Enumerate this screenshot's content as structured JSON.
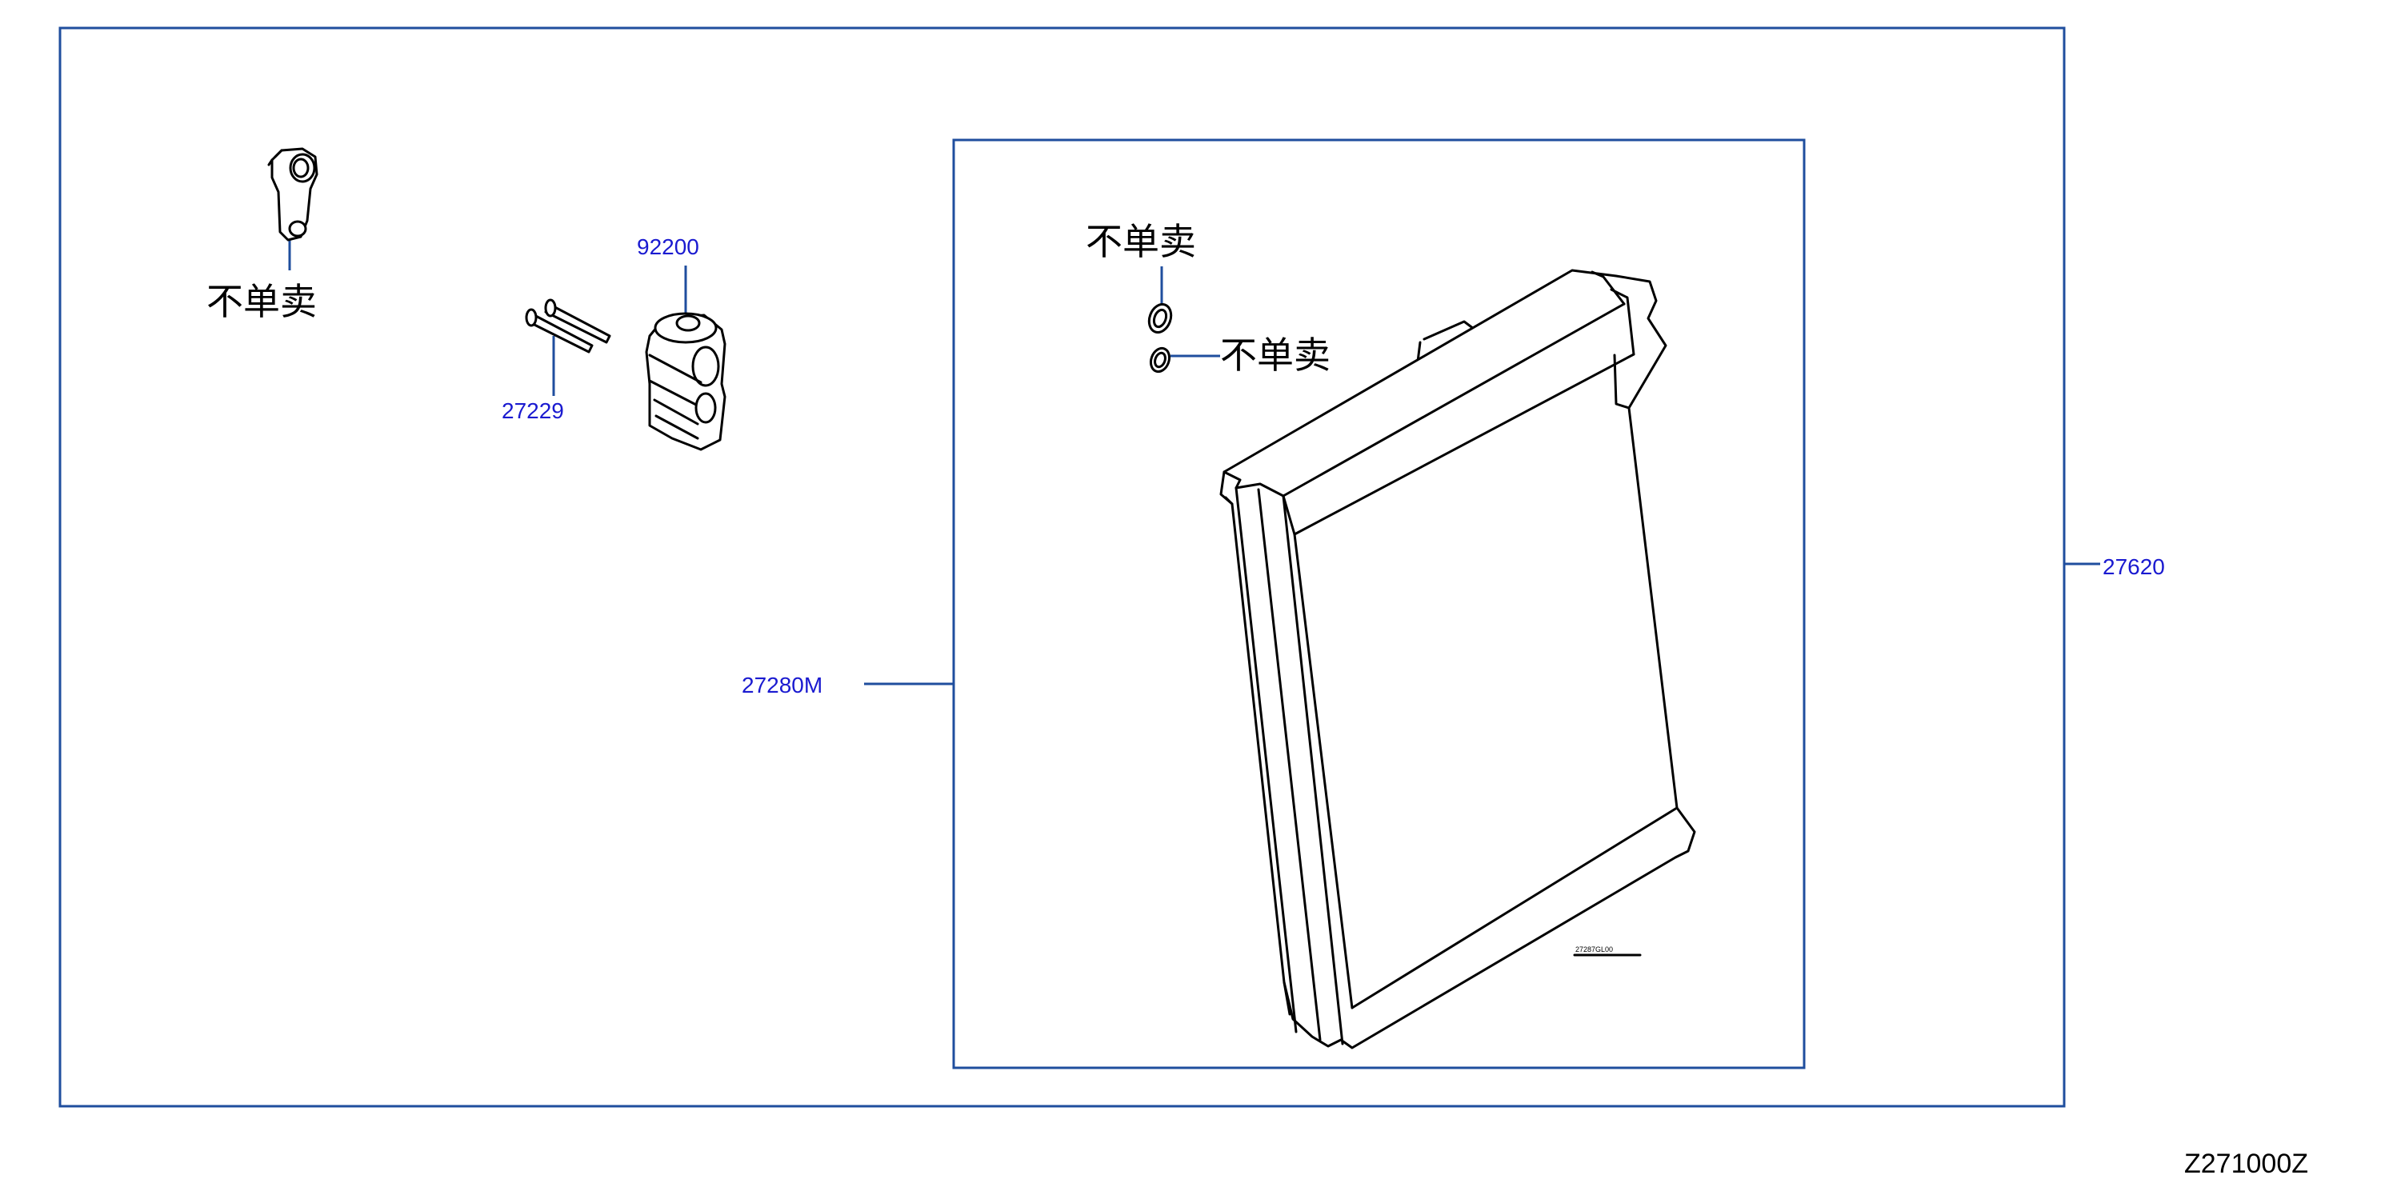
{
  "diagram": {
    "code": "Z271000Z",
    "not_sold_separately": "不单卖",
    "callouts": {
      "outer_assembly": "27620",
      "evaporator_assembly": "27280M",
      "expansion_valve": "92200",
      "bolts": "27229"
    },
    "evaporator_label": "27287GL00"
  },
  "colors": {
    "frame": "#1f4e9e",
    "callout_text": "#1a1ad0",
    "linework": "#000000"
  }
}
